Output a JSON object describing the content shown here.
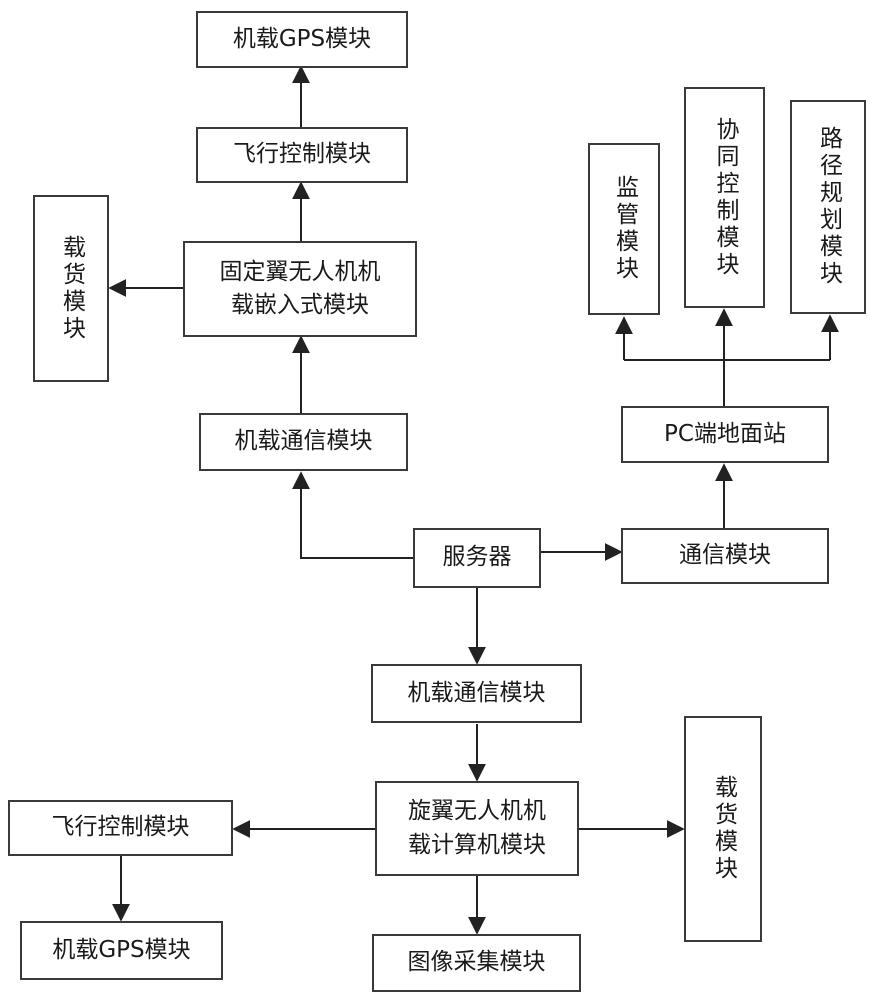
{
  "nodes": {
    "top_gps": "机载GPS模块",
    "top_flight": "飞行控制模块",
    "fixed_wing": "固定翼无人机机\n载嵌入式模块",
    "left_cargo": "载货模块",
    "top_comm": "机载通信模块",
    "monitor": "监管模块",
    "collab": "协同控制模块",
    "path": "路径规划模块",
    "pc_station": "PC端地面站",
    "server": "服务器",
    "comm": "通信模块",
    "bottom_comm": "机载通信模块",
    "rotor": "旋翼无人机机\n载计算机模块",
    "bottom_flight": "飞行控制模块",
    "bottom_gps": "机载GPS模块",
    "image": "图像采集模块",
    "right_cargo": "载货模块"
  }
}
